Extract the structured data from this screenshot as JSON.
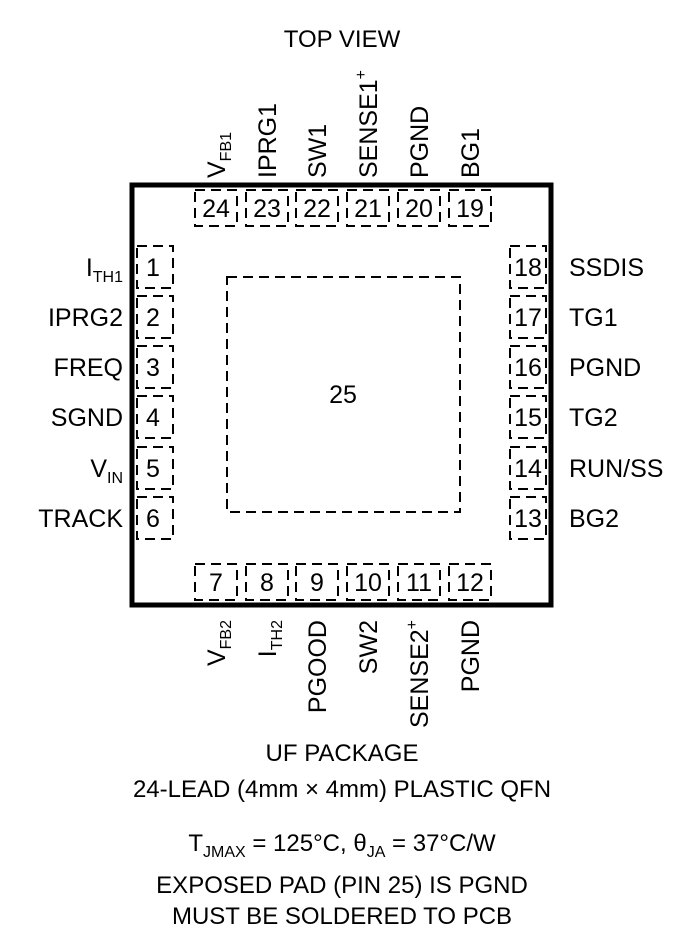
{
  "title": "TOP VIEW",
  "package": {
    "name": "UF PACKAGE",
    "desc": "24-LEAD (4mm × 4mm) PLASTIC QFN"
  },
  "exposed_pad_number": "25",
  "pins": {
    "left": [
      {
        "num": "1",
        "main": "I",
        "sub": "TH1",
        "sup": ""
      },
      {
        "num": "2",
        "main": "IPRG2",
        "sub": "",
        "sup": ""
      },
      {
        "num": "3",
        "main": "FREQ",
        "sub": "",
        "sup": ""
      },
      {
        "num": "4",
        "main": "SGND",
        "sub": "",
        "sup": ""
      },
      {
        "num": "5",
        "main": "V",
        "sub": "IN",
        "sup": ""
      },
      {
        "num": "6",
        "main": "TRACK",
        "sub": "",
        "sup": ""
      }
    ],
    "right": [
      {
        "num": "18",
        "main": "SSDIS",
        "sub": "",
        "sup": ""
      },
      {
        "num": "17",
        "main": "TG1",
        "sub": "",
        "sup": ""
      },
      {
        "num": "16",
        "main": "PGND",
        "sub": "",
        "sup": ""
      },
      {
        "num": "15",
        "main": "TG2",
        "sub": "",
        "sup": ""
      },
      {
        "num": "14",
        "main": "RUN/SS",
        "sub": "",
        "sup": ""
      },
      {
        "num": "13",
        "main": "BG2",
        "sub": "",
        "sup": ""
      }
    ],
    "top": [
      {
        "num": "24",
        "main": "V",
        "sub": "FB1",
        "sup": ""
      },
      {
        "num": "23",
        "main": "IPRG1",
        "sub": "",
        "sup": ""
      },
      {
        "num": "22",
        "main": "SW1",
        "sub": "",
        "sup": ""
      },
      {
        "num": "21",
        "main": "SENSE1",
        "sub": "",
        "sup": "+"
      },
      {
        "num": "20",
        "main": "PGND",
        "sub": "",
        "sup": ""
      },
      {
        "num": "19",
        "main": "BG1",
        "sub": "",
        "sup": ""
      }
    ],
    "bottom": [
      {
        "num": "7",
        "main": "V",
        "sub": "FB2",
        "sup": ""
      },
      {
        "num": "8",
        "main": "I",
        "sub": "TH2",
        "sup": ""
      },
      {
        "num": "9",
        "main": "PGOOD",
        "sub": "",
        "sup": ""
      },
      {
        "num": "10",
        "main": "SW2",
        "sub": "",
        "sup": ""
      },
      {
        "num": "11",
        "main": "SENSE2",
        "sub": "",
        "sup": "+"
      },
      {
        "num": "12",
        "main": "PGND",
        "sub": "",
        "sup": ""
      }
    ]
  },
  "notes": {
    "thermal": {
      "t": "T",
      "t_sub": "JMAX",
      "t_rest": " = 125°C, ",
      "theta": "θ",
      "theta_sub": "JA",
      "theta_rest": " = 37°C/W"
    },
    "line1": "EXPOSED PAD (PIN 25) IS PGND",
    "line2": "MUST BE SOLDERED TO PCB"
  }
}
